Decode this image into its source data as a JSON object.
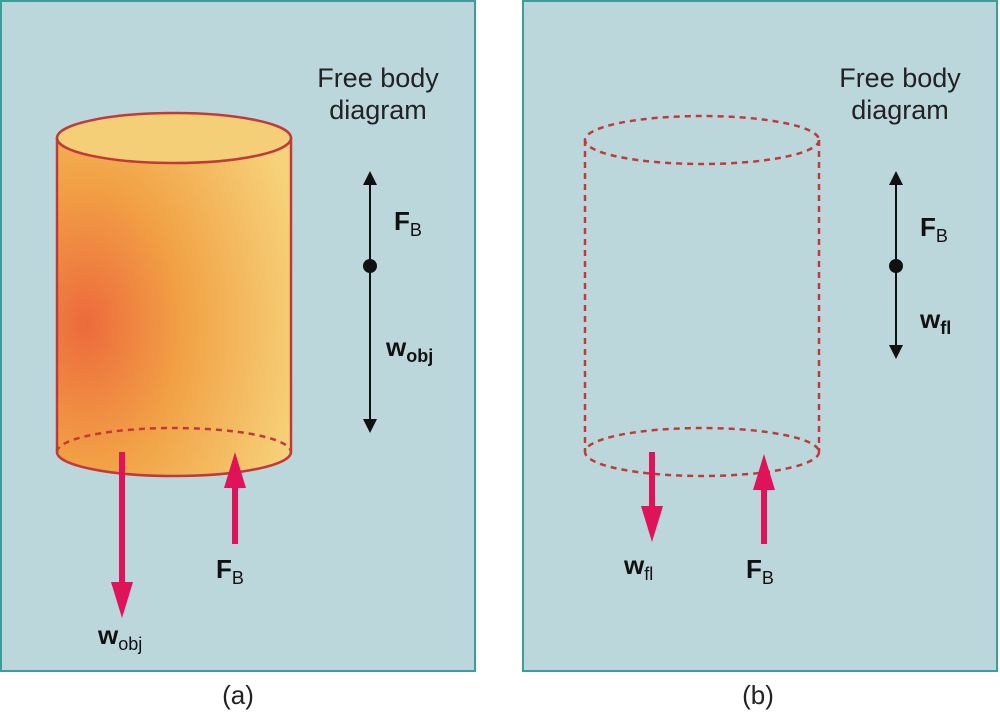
{
  "colors": {
    "panel_bg": "#bcd7db",
    "panel_border": "#3f9c9b",
    "force_arrow": "#e0125a",
    "cylinder_outline": "#c03a3a",
    "cylinder_fill": "#f2a640"
  },
  "panel_a": {
    "caption": "(a)",
    "fbd_title_line1": "Free body",
    "fbd_title_line2": "diagram",
    "fbd_up_main": "F",
    "fbd_up_sub": "B",
    "fbd_down_main": "w",
    "fbd_down_sub": "obj",
    "arrow_down_main": "w",
    "arrow_down_sub": "obj",
    "arrow_up_main": "F",
    "arrow_up_sub": "B"
  },
  "panel_b": {
    "caption": "(b)",
    "fbd_title_line1": "Free body",
    "fbd_title_line2": "diagram",
    "fbd_up_main": "F",
    "fbd_up_sub": "B",
    "fbd_down_main": "w",
    "fbd_down_sub": "fl",
    "arrow_down_main": "w",
    "arrow_down_sub": "fl",
    "arrow_up_main": "F",
    "arrow_up_sub": "B"
  }
}
